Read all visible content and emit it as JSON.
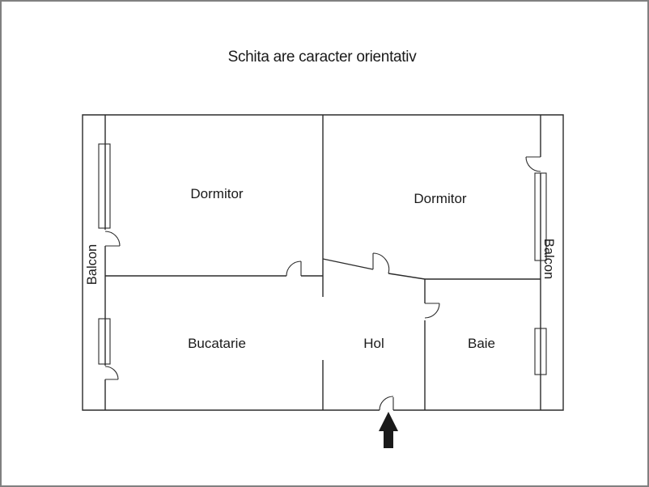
{
  "title": "Schita are caracter orientativ",
  "rooms": {
    "dormitor_left": "Dormitor",
    "dormitor_right": "Dormitor",
    "bucatarie": "Bucatarie",
    "hol": "Hol",
    "baie": "Baie",
    "balcon_left": "Balcon",
    "balcon_right": "Balcon"
  },
  "icons": {
    "entrance_arrow": "arrow-up-icon"
  },
  "colors": {
    "background": "#ffffff",
    "frame": "#808080",
    "line": "#2b2b2b",
    "text": "#1a1a1a",
    "arrow": "#1a1a1a"
  }
}
